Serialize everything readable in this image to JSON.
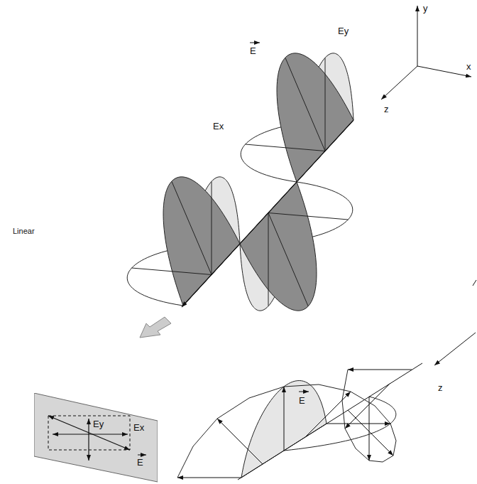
{
  "diagram": {
    "nodes": [
      {
        "text": [
          "Ey",
          "Ex",
          "E"
        ]
      }
    ],
    "labels": [
      "y",
      "x",
      "z",
      "E",
      "Ey",
      "Ex",
      "Linear",
      "E",
      "z"
    ]
  }
}
